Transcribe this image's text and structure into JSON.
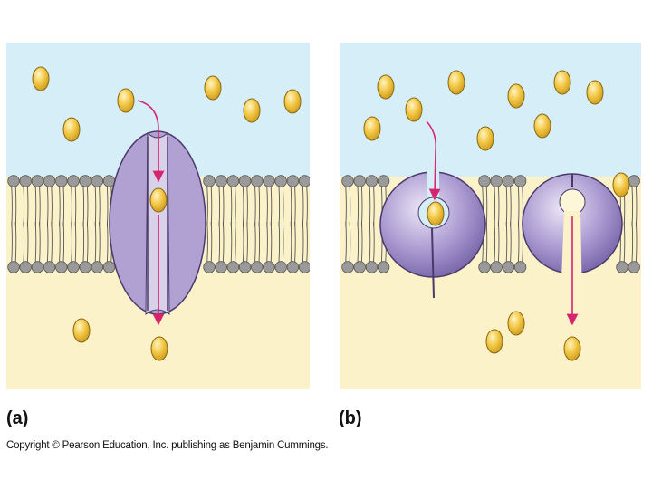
{
  "panels": [
    {
      "label": "(a)"
    },
    {
      "label": "(b)"
    }
  ],
  "copyright": "Copyright © Pearson Education, Inc. publishing as Benjamin Cummings.",
  "colors": {
    "extracellular": "#d6eef8",
    "cytoplasm": "#fbf2c9",
    "solute": "#f2c744",
    "protein_a": "#b1a0d2",
    "protein_b": "#9b86c8",
    "arrow": "#d6246e",
    "lipid_head": "#8f8f8f"
  }
}
